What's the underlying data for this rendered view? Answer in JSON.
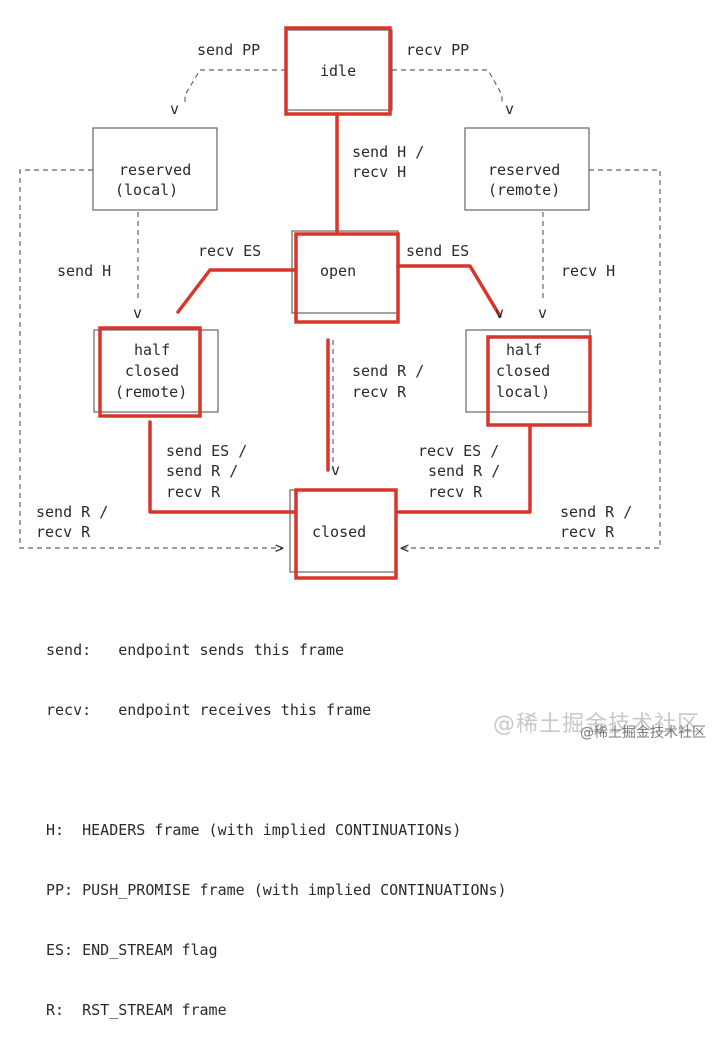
{
  "states": {
    "idle": "idle",
    "reserved_local_1": "reserved",
    "reserved_local_2": "(local)",
    "reserved_remote_1": "reserved",
    "reserved_remote_2": "(remote)",
    "open": "open",
    "half_remote_1": "half",
    "half_remote_2": "closed",
    "half_remote_3": "(remote)",
    "half_local_1": "half",
    "half_local_2": "closed",
    "half_local_3": "local)",
    "closed": "closed"
  },
  "transitions": {
    "send_pp": "send PP",
    "recv_pp": "recv PP",
    "idle_open_1": "send H /",
    "idle_open_2": "recv H",
    "send_h": "send H",
    "recv_h": "recv H",
    "recv_es": "recv ES",
    "send_es": "send ES",
    "open_closed_1": "send R /",
    "open_closed_2": "recv R",
    "hr_closed_1": "send ES /",
    "hr_closed_2": "send R /",
    "hr_closed_3": "recv R",
    "hl_closed_1": "recv ES /",
    "hl_closed_2": "send R /",
    "hl_closed_3": "recv R",
    "left_1": "send R /",
    "left_2": "recv R",
    "right_1": "send R /",
    "right_2": "recv R"
  },
  "legend": {
    "send": "send:   endpoint sends this frame",
    "recv": "recv:   endpoint receives this frame",
    "h": "H:  HEADERS frame (with implied CONTINUATIONs)",
    "pp": "PP: PUSH_PROMISE frame (with implied CONTINUATIONs)",
    "es": "ES: END_STREAM flag",
    "r": "R:  RST_STREAM frame"
  },
  "watermark": "@稀土掘金技术社区",
  "watermark_small": "@稀土掘金技术社区"
}
